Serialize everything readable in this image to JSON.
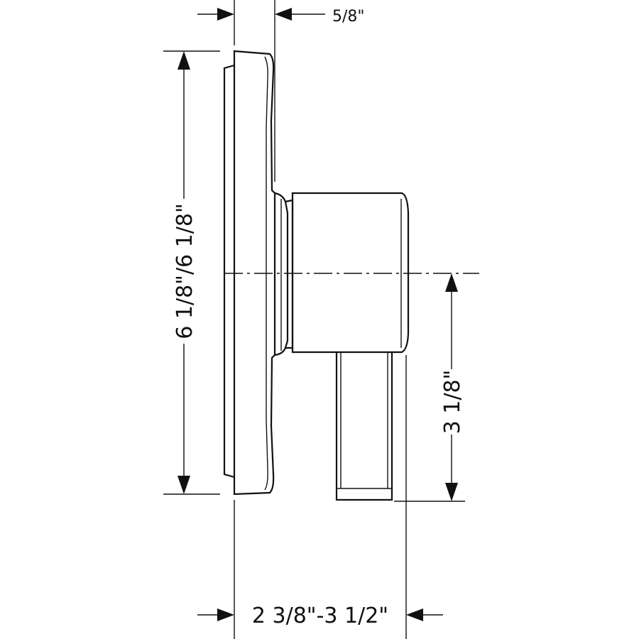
{
  "drawing": {
    "dimensions": {
      "top_width": "5/8\"",
      "overall_height": "6 1/8\"/6 1/8\"",
      "lower_height": "3 1/8\"",
      "projection_range": "2 3/8\"-3 1/2\""
    },
    "colors": {
      "line": "#111111",
      "background": "#ffffff"
    }
  }
}
